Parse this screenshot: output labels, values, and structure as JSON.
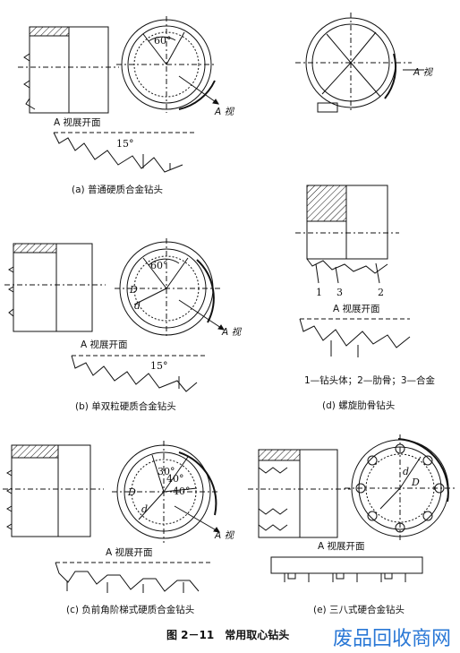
{
  "figure_caption": "图 2－11　常用取心钻头",
  "view_label": "A 视",
  "unfold_label": "A 视展开面",
  "watermark": "废品回收商网",
  "colors": {
    "ink": "#111111",
    "watermark": "#2a78d6"
  },
  "panels": {
    "a": {
      "caption": "(a) 普通硬质合金钻头",
      "angle1": "60°",
      "angle2": "15°"
    },
    "b": {
      "caption": "(b) 单双粒硬质合金钻头",
      "angle1": "60°",
      "angle2": "15°",
      "d_big": "D",
      "d_small": "d"
    },
    "c": {
      "caption": "(c) 负前角阶梯式硬质合金钻头",
      "angle1": "30°",
      "angle2": "40°",
      "angle3": "40°",
      "d_big": "D",
      "d_small": "d"
    },
    "d": {
      "caption": "(d) 螺旋肋骨钻头",
      "legend": "1—钻头体；2—肋骨；3—合金",
      "n1": "1",
      "n2": "2",
      "n3": "3"
    },
    "e": {
      "caption": "(e) 三八式硬合金钻头",
      "d_big": "D",
      "d_small": "d"
    }
  }
}
